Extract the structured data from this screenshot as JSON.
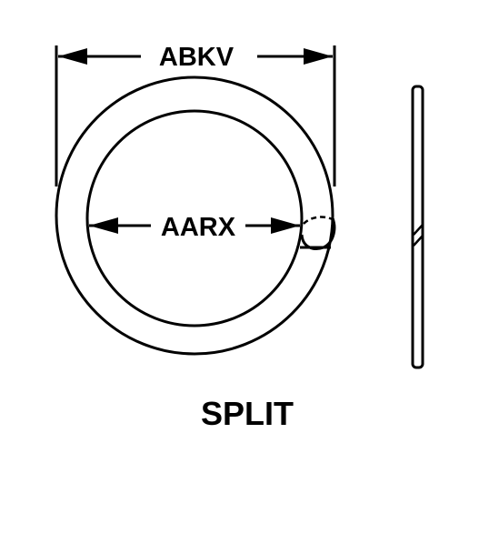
{
  "labels": {
    "outer_dimension": "ABKV",
    "inner_dimension": "AARX",
    "ring_type": "SPLIT"
  },
  "colors": {
    "line": "#000000",
    "background": "#ffffff"
  }
}
